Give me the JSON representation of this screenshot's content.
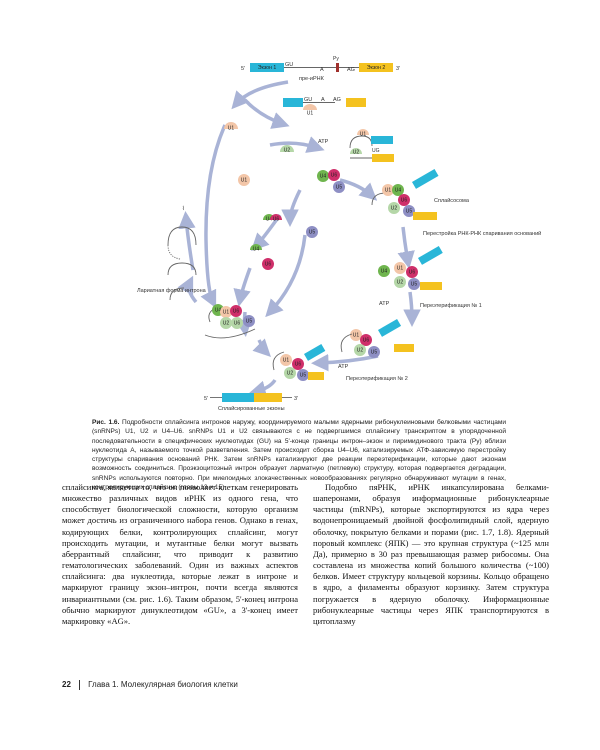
{
  "figure": {
    "exon1": "Экзон 1",
    "exon2": "Экзон 2",
    "gu": "GU",
    "a": "A",
    "ag": "AG",
    "py": "Py",
    "five": "5'",
    "three": "3'",
    "pre_mrna": "пре-иРНК",
    "atp": "АТР",
    "u1": "U1",
    "u2": "U2",
    "u4": "U4",
    "u5": "U5",
    "u6": "U6",
    "ug": "UG",
    "spliceosome": "Сплайсосома",
    "rearrangement": "Перестройка РНК-РНК спаривания оснований",
    "transesterification1": "Переэтерификация № 1",
    "transesterification2": "Переэтерификация № 2",
    "lariat": "Лариатная форма интрона",
    "spliced_exons": "Сплайсированные экзоны"
  },
  "caption": {
    "label": "Рис. 1.6.",
    "text": "Подробности сплайсинга интронов наружу, координируемого малыми ядерными рибонуклеиновыми белковыми частицами (snRNPs) U1, U2 и U4–U6. snRNPs U1 и U2 связываются с не подвергшимся сплайсингу транскриптом в упорядоченной последовательности в специфических нуклеотидах (GU) на 5'-конце границы интрон–экзон и пиримидинового тракта (Py) вблизи нуклеотида A, называемого точкой разветвления. Затем происходит сборка U4–U6, катализируемых АТФ-зависимую перестройку структуры спаривания оснований РНК. Затем snRNPs катализируют две реакции переэтерификации, которые дают экзонам возможность соединиться. Проэкзоцитозный интрон образует ларматную (петлевую) структуру, которая подвергается деградации, snRNPs используются повторно. При миелоидных злокачественных новообразованиях регулярно обнаруживают мутации в генах, контролирующих сплайсинг (главы 13 и 15)"
  },
  "body": {
    "left": "сплайсинга, является то, что он позволяет клеткам генерировать множество различных видов иРНК из одного гена, что способствует биологической сложности, которую организм может достичь из ограниченного набора генов. Однако в генах, кодирующих белки, контролирующих сплайсинг, могут происходить мутации, и мутантные белки могут вызвать аберрантный сплайсинг, что приводит к развитию гематологических заболеваний. Один из важных аспектов сплайсинга: два нуклеотида, которые лежат в интроне и маркируют границу экзон–интрон, почти всегда являются инвариантными (см. рис. 1.6). Таким образом, 5'-конец интрона обычно маркируют динуклеотидом «GU», а 3'-конец имеет маркировку «AG».",
    "right": "Подобно пяРНК, иРНК инкапсулирована белками-шаперонами, образуя информационные рибонуклеарные частицы (mRNPs), которые экспортируются из ядра через водонепроницаемый двойной фосфолипидный слой, ядерную оболочку, покрытую белками и порами (рис. 1.7, 1.8). Ядерный поровый комплекс (ЯПК) — это крупная структура (~125 млн Да), примерно в 30 раз превышающая размер рибосомы. Она составлена из множества копий большого количества (~100) белков. Имеет структуру кольцевой корзины. Кольцо обращено в ядро, а филаменты образуют корзинку. Затем структура погружается в ядерную оболочку. Информационные рибонуклеарные частицы через ЯПК транспортируются в цитоплазму"
  },
  "footer": {
    "page": "22",
    "chapter": "Глава 1. Молекулярная биология клетки"
  },
  "colors": {
    "exon1": "#29b6d8",
    "exon2": "#f4c21f",
    "intron_marker": "#a0302c",
    "u1": "#f3c6a8",
    "u2": "#b5d7a8",
    "u4": "#6fb54e",
    "u5": "#8e8fc4",
    "u6": "#cf2f6a",
    "arrow": "#a9b3d6"
  }
}
